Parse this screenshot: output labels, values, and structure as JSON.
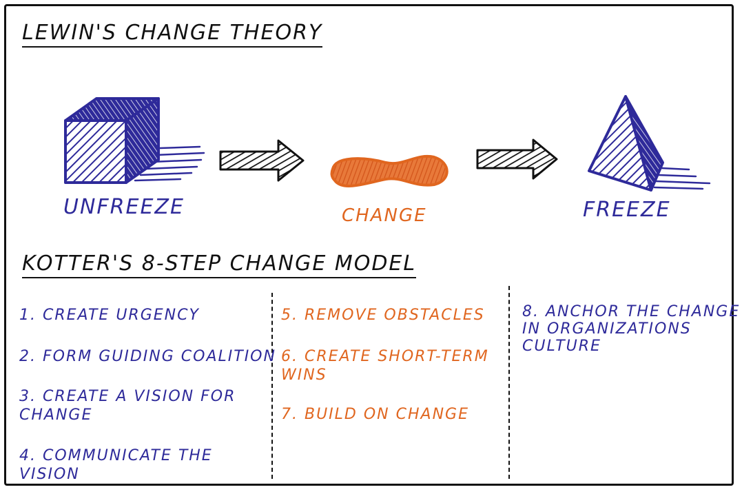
{
  "lewin": {
    "title": "LEWIN'S CHANGE THEORY",
    "stages": [
      "UNFREEZE",
      "CHANGE",
      "FREEZE"
    ]
  },
  "kotter": {
    "title": "KOTTER'S 8-STEP CHANGE MODEL",
    "steps": [
      "1. CREATE URGENCY",
      "2. FORM GUIDING COALITION",
      "3. CREATE A VISION FOR\nCHANGE",
      "4. COMMUNICATE THE\nVISION",
      "5. REMOVE OBSTACLES",
      "6. CREATE SHORT-TERM\nWINS",
      "7. BUILD ON CHANGE",
      "8. ANCHOR THE CHANGE\nIN ORGANIZATIONS\nCULTURE"
    ]
  },
  "colors": {
    "blue": "#2e2a9a",
    "orange": "#e0661f",
    "ink": "#111111"
  },
  "icons": [
    "hatched-cube-icon",
    "arrow-icon",
    "squiggle-blob-icon",
    "arrow-icon",
    "hatched-pyramid-icon"
  ]
}
